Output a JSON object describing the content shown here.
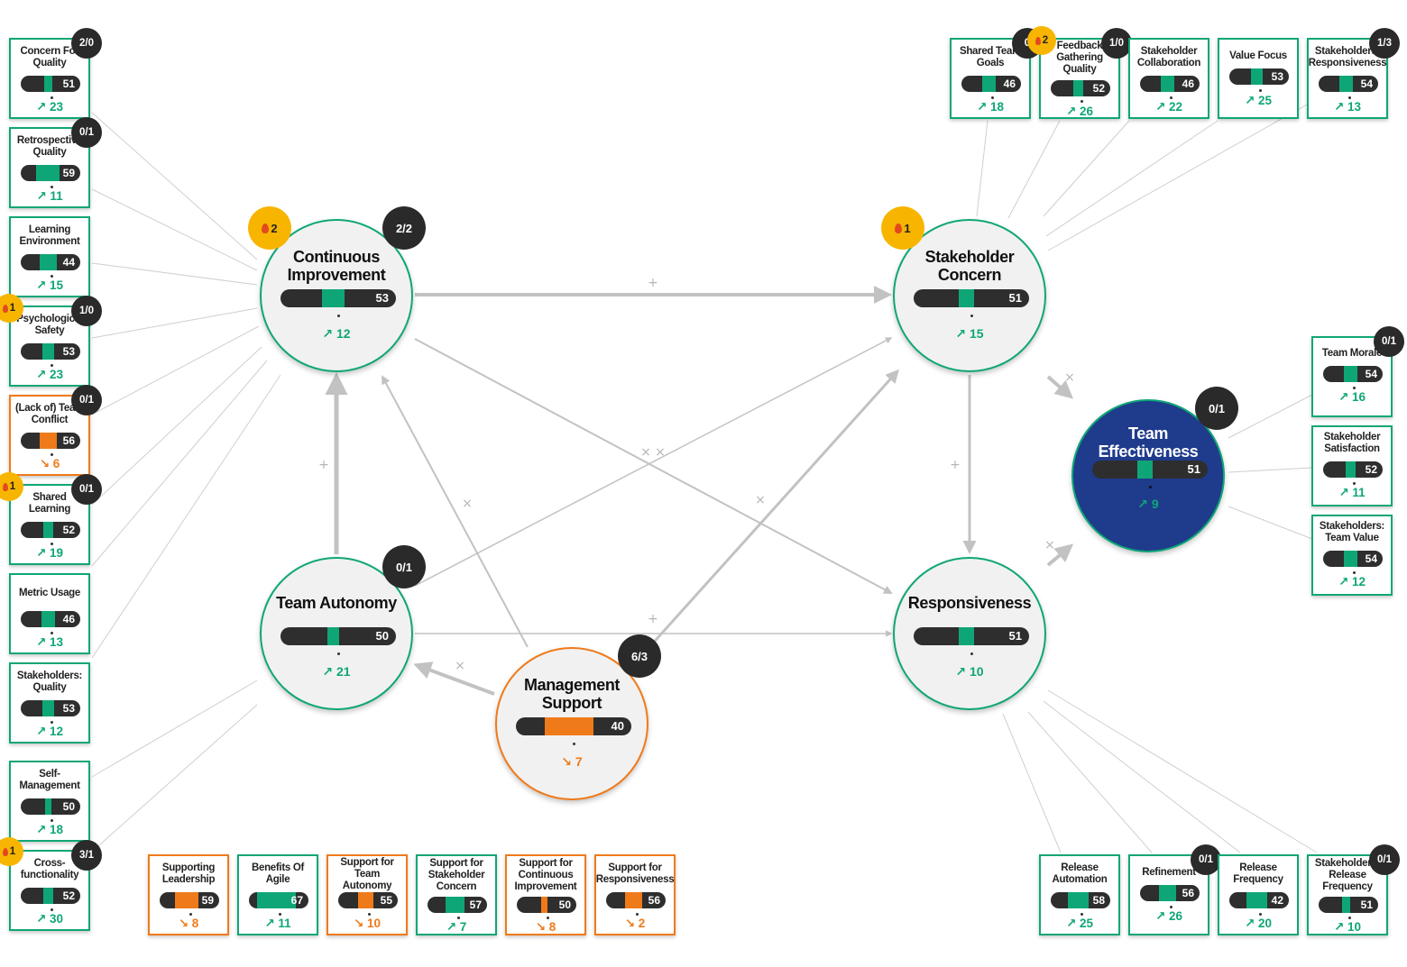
{
  "colors": {
    "green": "#0fa677",
    "orange": "#ef7a1a",
    "blue": "#1f3b8c",
    "dark": "#2e2e2e",
    "fire": "#f7b500",
    "link": "#c2c2c2"
  },
  "nodes": [
    {
      "id": "ci",
      "label": "Continuous Improvement",
      "value": 53,
      "trend": "12",
      "trend_dir": "up",
      "badge": "2/2",
      "fire": "2",
      "variant": "green"
    },
    {
      "id": "sc",
      "label": "Stakeholder Concern",
      "value": 51,
      "trend": "15",
      "trend_dir": "up",
      "badge": "",
      "fire": "1",
      "variant": "green"
    },
    {
      "id": "ta",
      "label": "Team Autonomy",
      "value": 50,
      "trend": "21",
      "trend_dir": "up",
      "badge": "0/1",
      "fire": "",
      "variant": "green"
    },
    {
      "id": "re",
      "label": "Responsiveness",
      "value": 51,
      "trend": "10",
      "trend_dir": "up",
      "badge": "",
      "fire": "",
      "variant": "green"
    },
    {
      "id": "ms",
      "label": "Management Support",
      "value": 40,
      "trend": "7",
      "trend_dir": "down",
      "badge": "6/3",
      "fire": "",
      "variant": "orange"
    },
    {
      "id": "te",
      "label": "Team Effectiveness",
      "value": 51,
      "trend": "9",
      "trend_dir": "up",
      "badge": "0/1",
      "fire": "",
      "variant": "blue"
    }
  ],
  "factors": [
    {
      "label": "Concern For Quality",
      "value": 51,
      "trend": "23",
      "trend_dir": "up",
      "badge": "2/0",
      "fire": "",
      "variant": "green"
    },
    {
      "label": "Retrospective Quality",
      "value": 59,
      "trend": "11",
      "trend_dir": "up",
      "badge": "0/1",
      "fire": "",
      "variant": "green"
    },
    {
      "label": "Learning Environment",
      "value": 44,
      "trend": "15",
      "trend_dir": "up",
      "badge": "",
      "fire": "",
      "variant": "green"
    },
    {
      "label": "Psychological Safety",
      "value": 53,
      "trend": "23",
      "trend_dir": "up",
      "badge": "1/0",
      "fire": "1",
      "variant": "green"
    },
    {
      "label": "(Lack of) Team Conflict",
      "value": 56,
      "trend": "6",
      "trend_dir": "down",
      "badge": "0/1",
      "fire": "",
      "variant": "orange"
    },
    {
      "label": "Shared Learning",
      "value": 52,
      "trend": "19",
      "trend_dir": "up",
      "badge": "0/1",
      "fire": "1",
      "variant": "green"
    },
    {
      "label": "Metric Usage",
      "value": 46,
      "trend": "13",
      "trend_dir": "up",
      "badge": "",
      "fire": "",
      "variant": "green"
    },
    {
      "label": "Stakeholders: Quality",
      "value": 53,
      "trend": "12",
      "trend_dir": "up",
      "badge": "",
      "fire": "",
      "variant": "green"
    },
    {
      "label": "Self-Management",
      "value": 50,
      "trend": "18",
      "trend_dir": "up",
      "badge": "",
      "fire": "",
      "variant": "green"
    },
    {
      "label": "Cross-functionality",
      "value": 52,
      "trend": "30",
      "trend_dir": "up",
      "badge": "3/1",
      "fire": "1",
      "variant": "green"
    },
    {
      "label": "Shared Team Goals",
      "value": 46,
      "trend": "18",
      "trend_dir": "up",
      "badge": "0",
      "fire": "",
      "variant": "green"
    },
    {
      "label": "Feedback Gathering Quality",
      "value": 52,
      "trend": "26",
      "trend_dir": "up",
      "badge": "1/0",
      "fire": "2",
      "variant": "green"
    },
    {
      "label": "Stakeholder Collaboration",
      "value": 46,
      "trend": "22",
      "trend_dir": "up",
      "badge": "",
      "fire": "",
      "variant": "green"
    },
    {
      "label": "Value Focus",
      "value": 53,
      "trend": "25",
      "trend_dir": "up",
      "badge": "",
      "fire": "",
      "variant": "green"
    },
    {
      "label": "Stakeholders: Responsiveness",
      "value": 54,
      "trend": "13",
      "trend_dir": "up",
      "badge": "1/3",
      "fire": "",
      "variant": "green"
    },
    {
      "label": "Team Morale",
      "value": 54,
      "trend": "16",
      "trend_dir": "up",
      "badge": "0/1",
      "fire": "",
      "variant": "green"
    },
    {
      "label": "Stakeholder Satisfaction",
      "value": 52,
      "trend": "11",
      "trend_dir": "up",
      "badge": "",
      "fire": "",
      "variant": "green"
    },
    {
      "label": "Stakeholders: Team Value",
      "value": 54,
      "trend": "12",
      "trend_dir": "up",
      "badge": "",
      "fire": "",
      "variant": "green"
    },
    {
      "label": "Supporting Leadership",
      "value": 59,
      "trend": "8",
      "trend_dir": "down",
      "badge": "",
      "fire": "",
      "variant": "orange"
    },
    {
      "label": "Benefits Of Agile",
      "value": 67,
      "trend": "11",
      "trend_dir": "up",
      "badge": "",
      "fire": "",
      "variant": "green"
    },
    {
      "label": "Support for Team Autonomy",
      "value": 55,
      "trend": "10",
      "trend_dir": "down",
      "badge": "",
      "fire": "",
      "variant": "orange"
    },
    {
      "label": "Support for Stakeholder Concern",
      "value": 57,
      "trend": "7",
      "trend_dir": "up",
      "badge": "",
      "fire": "",
      "variant": "green"
    },
    {
      "label": "Support for Continuous Improvement",
      "value": 50,
      "trend": "8",
      "trend_dir": "down",
      "badge": "",
      "fire": "",
      "variant": "orange"
    },
    {
      "label": "Support for Responsiveness",
      "value": 56,
      "trend": "2",
      "trend_dir": "down",
      "badge": "",
      "fire": "",
      "variant": "orange"
    },
    {
      "label": "Release Automation",
      "value": 58,
      "trend": "25",
      "trend_dir": "up",
      "badge": "",
      "fire": "",
      "variant": "green"
    },
    {
      "label": "Refinement",
      "value": 56,
      "trend": "26",
      "trend_dir": "up",
      "badge": "0/1",
      "fire": "",
      "variant": "green"
    },
    {
      "label": "Release Frequency",
      "value": 42,
      "trend": "20",
      "trend_dir": "up",
      "badge": "",
      "fire": "",
      "variant": "green"
    },
    {
      "label": "Stakeholders: Release Frequency",
      "value": 51,
      "trend": "10",
      "trend_dir": "up",
      "badge": "0/1",
      "fire": "",
      "variant": "green"
    }
  ],
  "relations": [
    {
      "from": "Continuous Improvement",
      "to": "Stakeholder Concern",
      "sign": "+"
    },
    {
      "from": "Continuous Improvement",
      "to": "Responsiveness",
      "sign": "×"
    },
    {
      "from": "Team Autonomy",
      "to": "Continuous Improvement",
      "sign": "+"
    },
    {
      "from": "Team Autonomy",
      "to": "Stakeholder Concern",
      "sign": "×"
    },
    {
      "from": "Team Autonomy",
      "to": "Responsiveness",
      "sign": "+"
    },
    {
      "from": "Management Support",
      "to": "Continuous Improvement",
      "sign": "×"
    },
    {
      "from": "Management Support",
      "to": "Team Autonomy",
      "sign": "×"
    },
    {
      "from": "Management Support",
      "to": "Stakeholder Concern",
      "sign": "×"
    },
    {
      "from": "Stakeholder Concern",
      "to": "Responsiveness",
      "sign": "+"
    },
    {
      "from": "Stakeholder Concern",
      "to": "Team Effectiveness",
      "sign": "×"
    },
    {
      "from": "Responsiveness",
      "to": "Team Effectiveness",
      "sign": "×"
    }
  ]
}
